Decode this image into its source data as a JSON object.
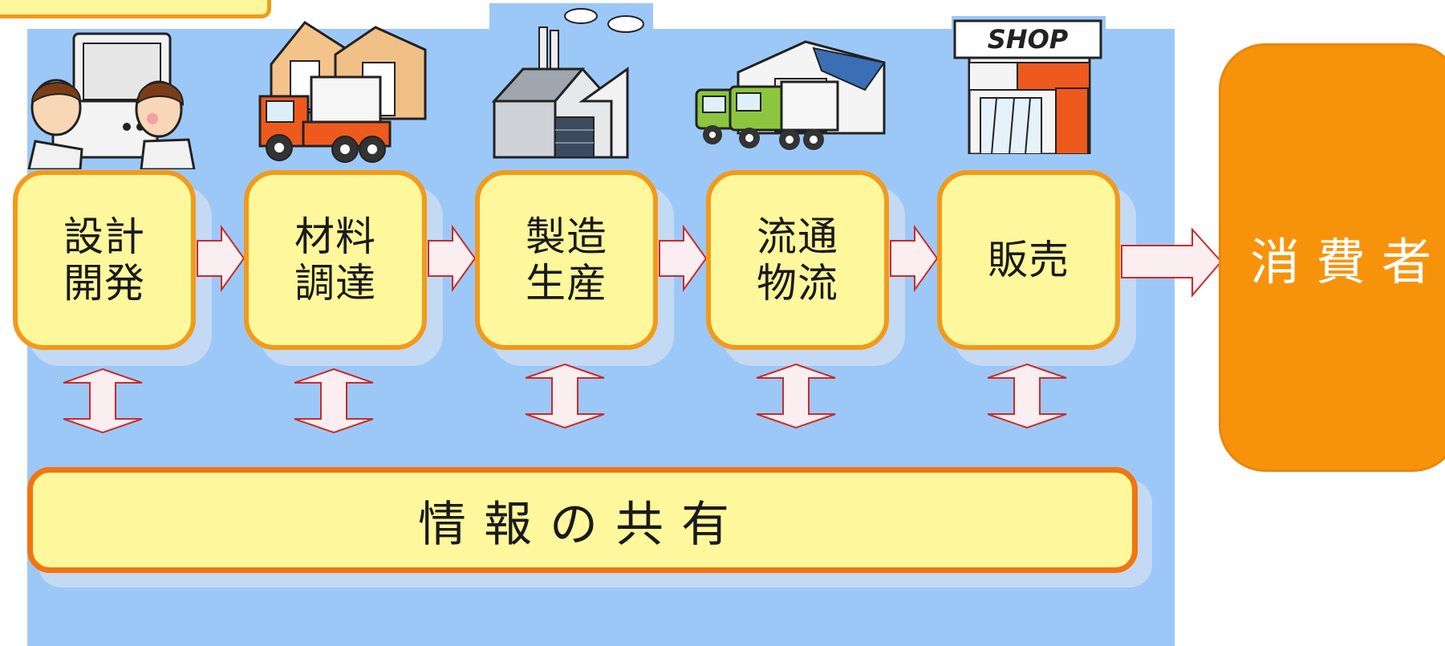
{
  "steps": [
    {
      "label": "設計\n開発",
      "icon": "designers-icon"
    },
    {
      "label": "材料\n調達",
      "icon": "truck-warehouse-icon"
    },
    {
      "label": "製造\n生産",
      "icon": "factory-icon"
    },
    {
      "label": "流通\n物流",
      "icon": "delivery-trucks-icon"
    },
    {
      "label": "販売",
      "icon": "shop-icon"
    }
  ],
  "info_sharing": "情報の共有",
  "consumer": "消費者",
  "shop_sign": "SHOP",
  "colors": {
    "background_blue": "#9cc8f8",
    "step_fill": "#fef79c",
    "step_border": "#f29a1a",
    "info_border": "#f37410",
    "consumer_fill": "#f7930b",
    "arrow_outline": "#cc2a2a"
  }
}
